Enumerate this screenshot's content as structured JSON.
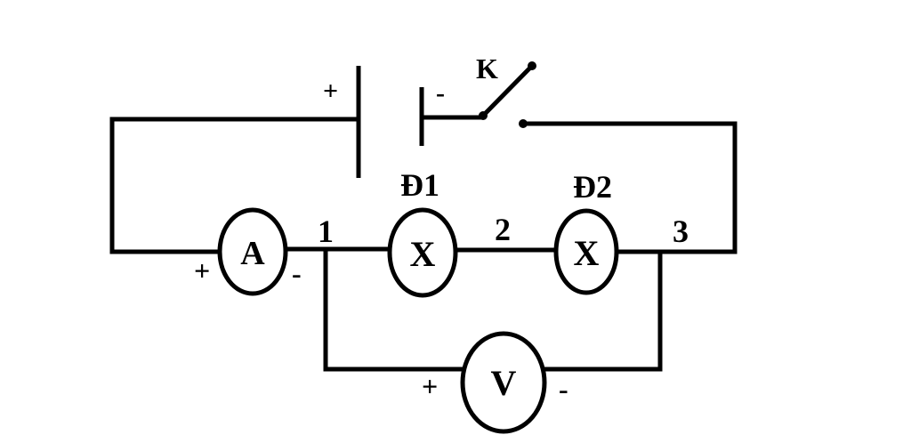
{
  "battery": {
    "positive_sign": "+",
    "negative_sign": "-"
  },
  "switch": {
    "label": "K"
  },
  "ammeter": {
    "symbol": "A",
    "positive_sign": "+",
    "negative_sign": "-"
  },
  "lamp1": {
    "label": "Đ1",
    "symbol": "X"
  },
  "lamp2": {
    "label": "Đ2",
    "symbol": "X"
  },
  "voltmeter": {
    "symbol": "V",
    "positive_sign": "+",
    "negative_sign": "-"
  },
  "nodes": {
    "node1": "1",
    "node2": "2",
    "node3": "3"
  },
  "colors": {
    "ink": "#000000",
    "background": "#ffffff"
  }
}
